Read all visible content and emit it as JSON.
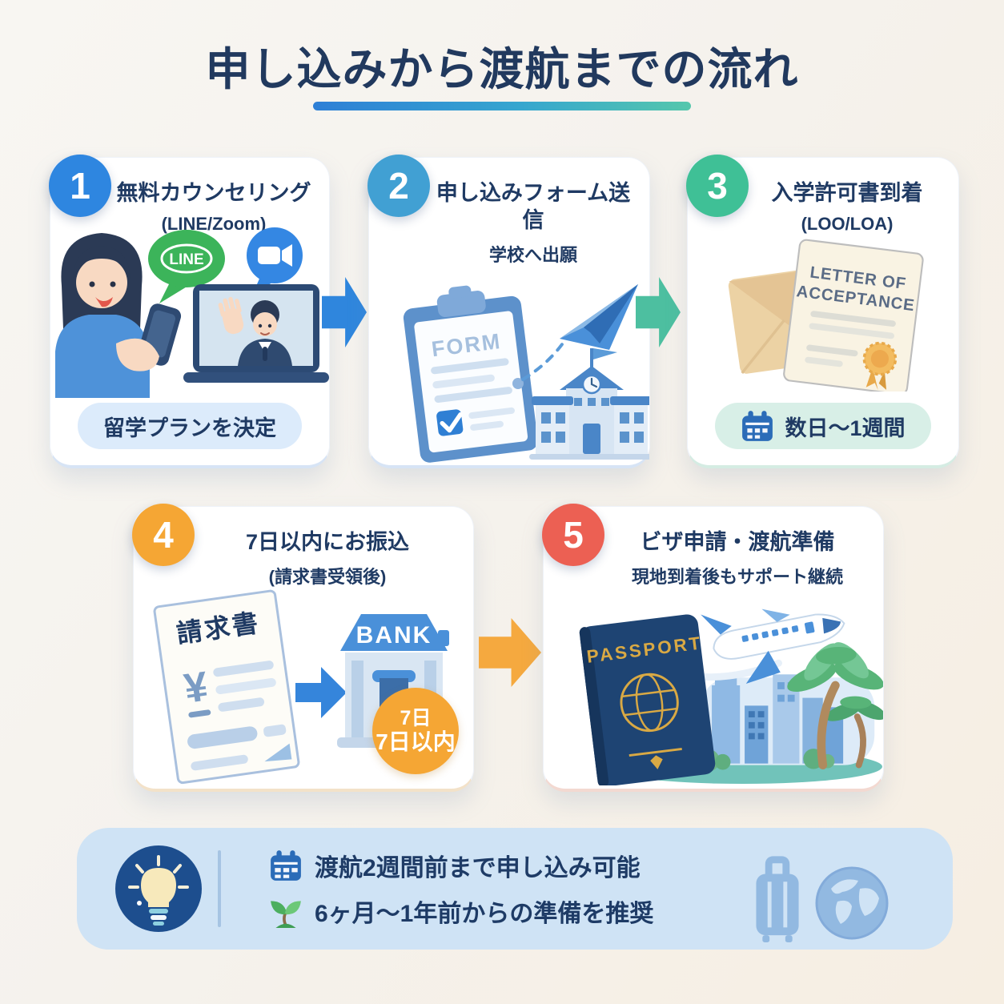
{
  "page": {
    "title": "申し込みから渡航までの流れ",
    "underline_gradient": [
      "#2e7fd6",
      "#55c7ac"
    ],
    "background": "#f6f2ec",
    "title_color": "#21395e"
  },
  "accent_colors": {
    "step1": "#2e86e0",
    "step2": "#41a0d3",
    "step3": "#3fc096",
    "step4": "#f5a634",
    "step5": "#ec6053",
    "arrow_1_2": "#2f86dd",
    "arrow_2_3": "#4dbfa0",
    "arrow_4_5": "#f5a93f",
    "banner_bg": "#cfe3f5",
    "banner_circle": "#1d4e8e"
  },
  "steps": [
    {
      "number": "1",
      "title": "無料カウンセリング",
      "subtitle": "(LINE/Zoom)",
      "footer_badge": "留学プランを決定",
      "illustration": {
        "line_bubble_label": "LINE"
      }
    },
    {
      "number": "2",
      "title": "申し込みフォーム送信",
      "subtitle": "学校へ出願",
      "illustration": {
        "form_label": "FORM"
      }
    },
    {
      "number": "3",
      "title": "入学許可書到着",
      "subtitle": "(LOO/LOA)",
      "footer_badge": "数日〜1週間",
      "illustration": {
        "letter_line1": "LETTER OF",
        "letter_line2": "ACCEPTANCE"
      }
    },
    {
      "number": "4",
      "title": "7日以内にお振込",
      "subtitle": "(請求書受領後)",
      "illustration": {
        "invoice_label": "請求書",
        "invoice_symbol": "¥",
        "bank_label": "BANK",
        "badge_line1": "7日",
        "badge_line2": "7日以内"
      }
    },
    {
      "number": "5",
      "title": "ビザ申請・渡航準備",
      "subtitle": "現地到着後もサポート継続",
      "illustration": {
        "passport_label": "PASSPORT"
      }
    }
  ],
  "notes": {
    "line1": "渡航2週間前まで申し込み可能",
    "line2": "6ヶ月〜1年前からの準備を推奨"
  }
}
